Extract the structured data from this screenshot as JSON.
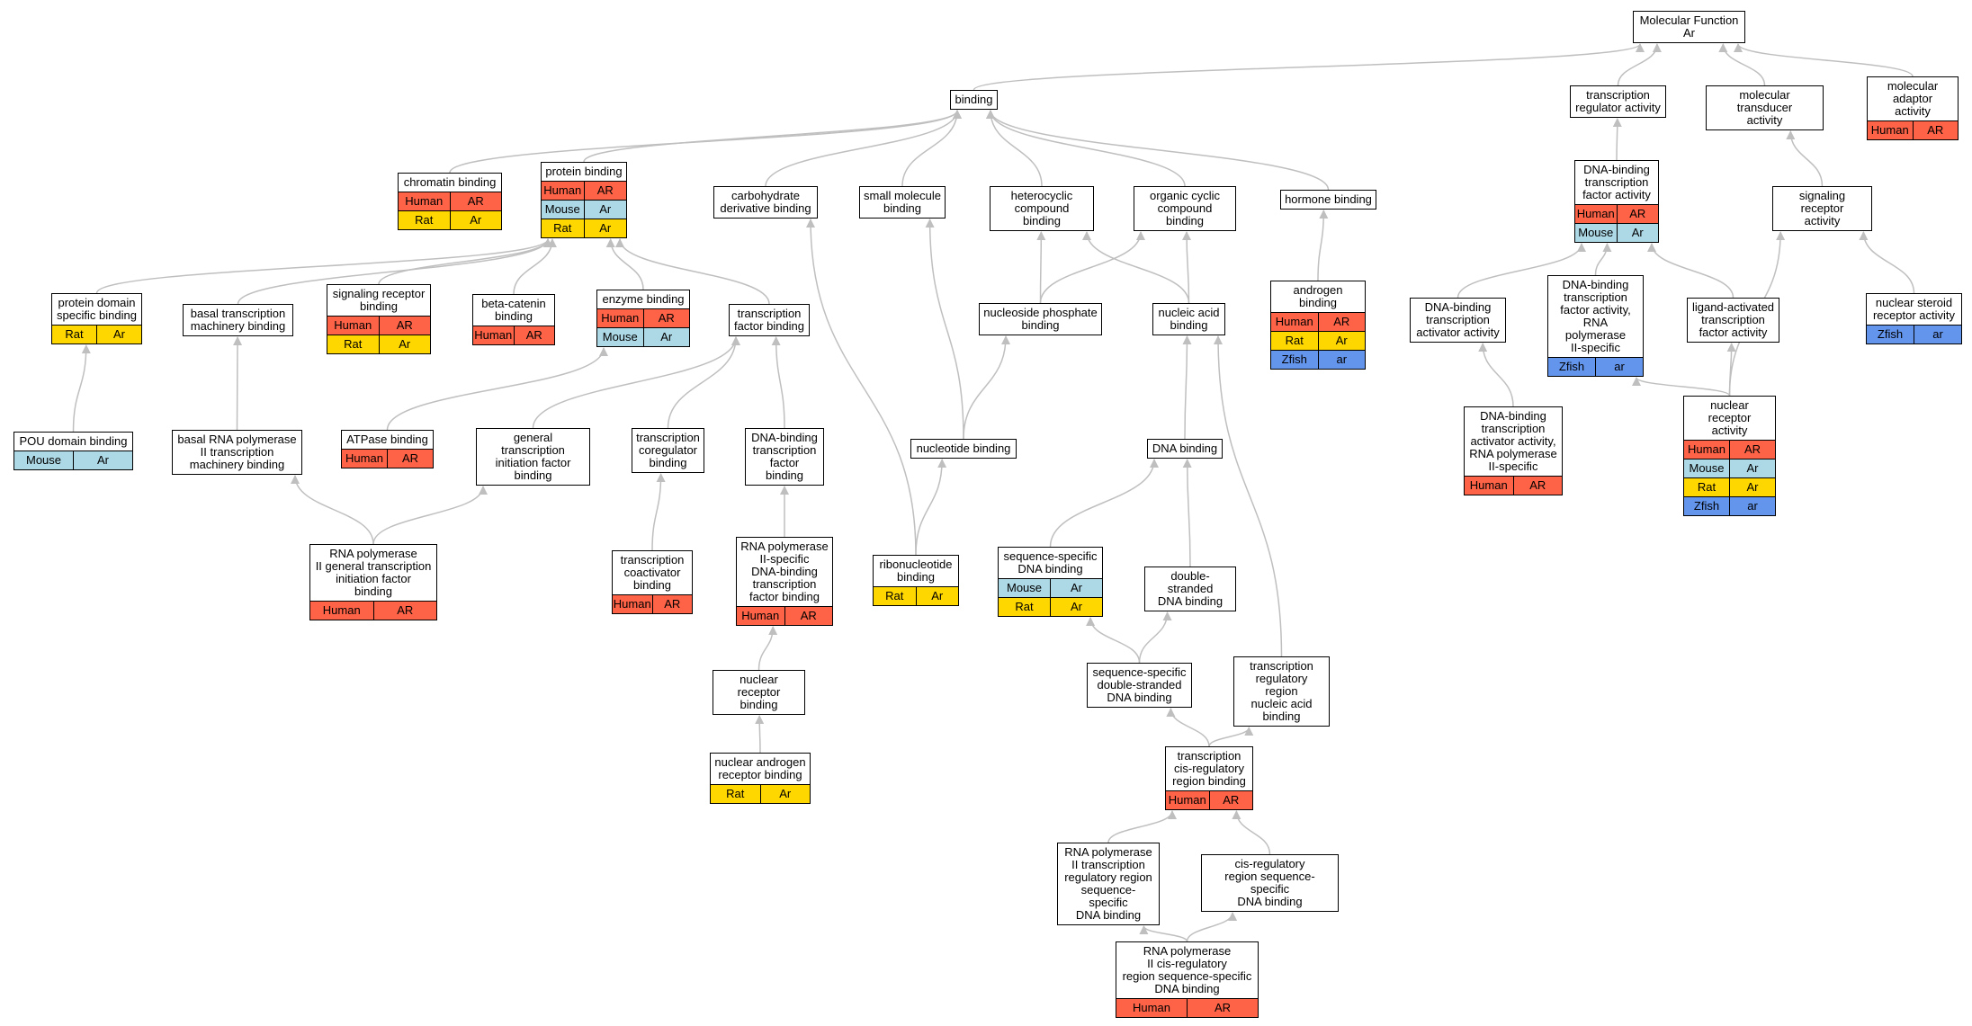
{
  "colors": {
    "edge": "#bfbfbf",
    "Human": "#ff6347",
    "Mouse": "#add8e6",
    "Rat": "#ffd700",
    "Zfish": "#6495ed"
  },
  "nodes": [
    {
      "id": "mf",
      "label": "Molecular Function\nAr",
      "rows": []
    },
    {
      "id": "binding",
      "label": "binding",
      "rows": []
    },
    {
      "id": "trreg",
      "label": "transcription\nregulator activity",
      "rows": []
    },
    {
      "id": "moltrans",
      "label": "molecular transducer\nactivity",
      "rows": []
    },
    {
      "id": "moladapt",
      "label": "molecular adaptor\nactivity",
      "rows": [
        {
          "species": "Human",
          "gene": "AR"
        }
      ]
    },
    {
      "id": "chromatin",
      "label": "chromatin binding",
      "rows": [
        {
          "species": "Human",
          "gene": "AR"
        },
        {
          "species": "Rat",
          "gene": "Ar"
        }
      ]
    },
    {
      "id": "protein",
      "label": "protein binding",
      "rows": [
        {
          "species": "Human",
          "gene": "AR"
        },
        {
          "species": "Mouse",
          "gene": "Ar"
        },
        {
          "species": "Rat",
          "gene": "Ar"
        }
      ]
    },
    {
      "id": "carbo",
      "label": "carbohydrate\nderivative binding",
      "rows": []
    },
    {
      "id": "smallmol",
      "label": "small molecule\nbinding",
      "rows": []
    },
    {
      "id": "hetero",
      "label": "heterocyclic\ncompound binding",
      "rows": []
    },
    {
      "id": "organic",
      "label": "organic cyclic\ncompound binding",
      "rows": []
    },
    {
      "id": "hormone",
      "label": "hormone binding",
      "rows": []
    },
    {
      "id": "dbtfa",
      "label": "DNA-binding\ntranscription\nfactor activity",
      "rows": [
        {
          "species": "Human",
          "gene": "AR"
        },
        {
          "species": "Mouse",
          "gene": "Ar"
        }
      ]
    },
    {
      "id": "sigrec",
      "label": "signaling receptor\nactivity",
      "rows": []
    },
    {
      "id": "protdomain",
      "label": "protein domain\nspecific binding",
      "rows": [
        {
          "species": "Rat",
          "gene": "Ar"
        }
      ]
    },
    {
      "id": "basaltm",
      "label": "basal transcription\nmachinery binding",
      "rows": []
    },
    {
      "id": "sigrecbind",
      "label": "signaling receptor\nbinding",
      "rows": [
        {
          "species": "Human",
          "gene": "AR"
        },
        {
          "species": "Rat",
          "gene": "Ar"
        }
      ]
    },
    {
      "id": "betacat",
      "label": "beta-catenin\nbinding",
      "rows": [
        {
          "species": "Human",
          "gene": "AR"
        }
      ]
    },
    {
      "id": "enzyme",
      "label": "enzyme binding",
      "rows": [
        {
          "species": "Human",
          "gene": "AR"
        },
        {
          "species": "Mouse",
          "gene": "Ar"
        }
      ]
    },
    {
      "id": "tfbind",
      "label": "transcription\nfactor binding",
      "rows": []
    },
    {
      "id": "nucphos",
      "label": "nucleoside phosphate\nbinding",
      "rows": []
    },
    {
      "id": "nucacid",
      "label": "nucleic acid\nbinding",
      "rows": []
    },
    {
      "id": "androgen",
      "label": "androgen binding",
      "rows": [
        {
          "species": "Human",
          "gene": "AR"
        },
        {
          "species": "Rat",
          "gene": "Ar"
        },
        {
          "species": "Zfish",
          "gene": "ar"
        }
      ]
    },
    {
      "id": "dbtaa",
      "label": "DNA-binding\ntranscription\nactivator activity",
      "rows": []
    },
    {
      "id": "dbtfa2",
      "label": "DNA-binding\ntranscription\nfactor activity,\nRNA polymerase\nII-specific",
      "rows": [
        {
          "species": "Zfish",
          "gene": "ar"
        }
      ]
    },
    {
      "id": "ligand",
      "label": "ligand-activated\ntranscription\nfactor activity",
      "rows": []
    },
    {
      "id": "nsra",
      "label": "nuclear steroid\nreceptor activity",
      "rows": [
        {
          "species": "Zfish",
          "gene": "ar"
        }
      ]
    },
    {
      "id": "pou",
      "label": "POU domain binding",
      "rows": [
        {
          "species": "Mouse",
          "gene": "Ar"
        }
      ]
    },
    {
      "id": "basalrna",
      "label": "basal RNA polymerase\nII transcription\nmachinery binding",
      "rows": []
    },
    {
      "id": "atpase",
      "label": "ATPase binding",
      "rows": [
        {
          "species": "Human",
          "gene": "AR"
        }
      ]
    },
    {
      "id": "gtif",
      "label": "general transcription\ninitiation factor\nbinding",
      "rows": []
    },
    {
      "id": "tcoreg",
      "label": "transcription\ncoregulator\nbinding",
      "rows": []
    },
    {
      "id": "dbtfb",
      "label": "DNA-binding\ntranscription\nfactor binding",
      "rows": []
    },
    {
      "id": "nucleotide",
      "label": "nucleotide binding",
      "rows": []
    },
    {
      "id": "dnabind",
      "label": "DNA binding",
      "rows": []
    },
    {
      "id": "dbtaa2",
      "label": "DNA-binding\ntranscription\nactivator activity,\nRNA polymerase\nII-specific",
      "rows": [
        {
          "species": "Human",
          "gene": "AR"
        }
      ]
    },
    {
      "id": "nra",
      "label": "nuclear receptor\nactivity",
      "rows": [
        {
          "species": "Human",
          "gene": "AR"
        },
        {
          "species": "Mouse",
          "gene": "Ar"
        },
        {
          "species": "Rat",
          "gene": "Ar"
        },
        {
          "species": "Zfish",
          "gene": "ar"
        }
      ]
    },
    {
      "id": "rnagtif",
      "label": "RNA polymerase\nII general transcription\ninitiation factor\nbinding",
      "rows": [
        {
          "species": "Human",
          "gene": "AR"
        }
      ]
    },
    {
      "id": "tcoact",
      "label": "transcription\ncoactivator\nbinding",
      "rows": [
        {
          "species": "Human",
          "gene": "AR"
        }
      ]
    },
    {
      "id": "rnadbtfb",
      "label": "RNA polymerase\nII-specific\nDNA-binding\ntranscription\nfactor binding",
      "rows": [
        {
          "species": "Human",
          "gene": "AR"
        }
      ]
    },
    {
      "id": "ribonuc",
      "label": "ribonucleotide\nbinding",
      "rows": [
        {
          "species": "Rat",
          "gene": "Ar"
        }
      ]
    },
    {
      "id": "seqdna",
      "label": "sequence-specific\nDNA binding",
      "rows": [
        {
          "species": "Mouse",
          "gene": "Ar"
        },
        {
          "species": "Rat",
          "gene": "Ar"
        }
      ]
    },
    {
      "id": "dsdna",
      "label": "double-stranded\nDNA binding",
      "rows": []
    },
    {
      "id": "nrbind",
      "label": "nuclear receptor\nbinding",
      "rows": []
    },
    {
      "id": "ssdsdna",
      "label": "sequence-specific\ndouble-stranded\nDNA binding",
      "rows": []
    },
    {
      "id": "trrna",
      "label": "transcription\nregulatory region\nnucleic acid\nbinding",
      "rows": []
    },
    {
      "id": "narb",
      "label": "nuclear androgen\nreceptor binding",
      "rows": [
        {
          "species": "Rat",
          "gene": "Ar"
        }
      ]
    },
    {
      "id": "tcrb",
      "label": "transcription\ncis-regulatory\nregion binding",
      "rows": [
        {
          "species": "Human",
          "gene": "AR"
        }
      ]
    },
    {
      "id": "rnatrr",
      "label": "RNA polymerase\nII transcription\nregulatory region\nsequence-specific\nDNA binding",
      "rows": []
    },
    {
      "id": "crrss",
      "label": "cis-regulatory\nregion sequence-specific\nDNA binding",
      "rows": []
    },
    {
      "id": "rnacrr",
      "label": "RNA polymerase\nII cis-regulatory\nregion sequence-specific\nDNA binding",
      "rows": [
        {
          "species": "Human",
          "gene": "AR"
        }
      ]
    }
  ]
}
